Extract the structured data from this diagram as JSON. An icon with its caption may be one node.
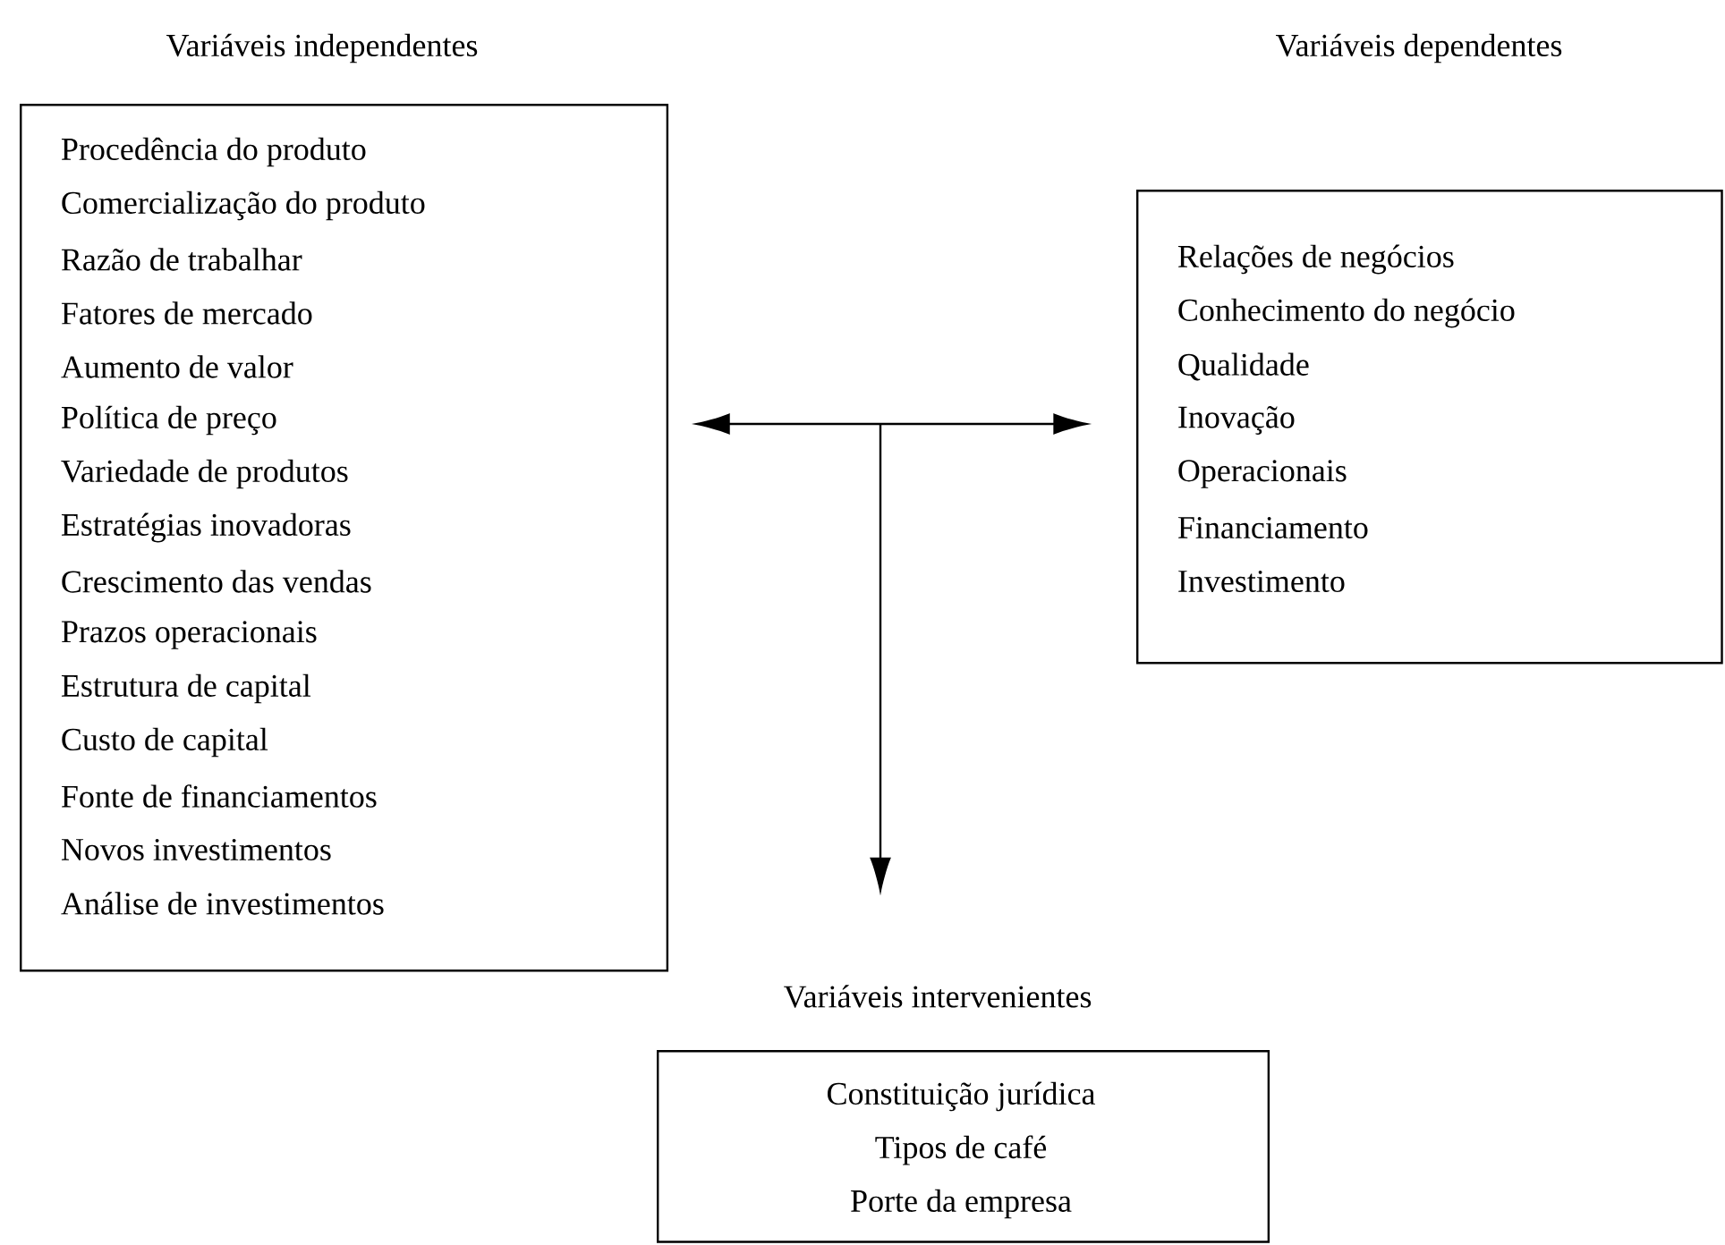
{
  "diagram": {
    "nodes": [
      {
        "text": [
          "Variáveis independentes",
          "Procedência do produto",
          "Comercialização do produto",
          "Razão de trabalhar",
          "Fatores de mercado",
          "Aumento de valor",
          "Política de preço",
          "Variedade de produtos",
          "Estratégias inovadoras",
          "Crescimento das vendas",
          "Prazos operacionais",
          "Estrutura de capital",
          "Custo de capital",
          "Fonte de financiamentos",
          "Novos investimentos",
          "Análise de investimentos"
        ]
      },
      {
        "text": [
          "Variáveis dependentes",
          "Relações de negócios",
          "Conhecimento do negócio",
          "Qualidade",
          "Inovação",
          "Operacionais",
          "Financiamento",
          "Investimento"
        ]
      },
      {
        "text": [
          "Variáveis intervenientes",
          "Constituição jurídica",
          "Tipos de café",
          "Porte da empresa"
        ]
      }
    ],
    "edges": [
      {
        "from": 0,
        "to": 1,
        "arrow": "both"
      },
      {
        "from": null,
        "to": 2,
        "arrow": "to"
      }
    ]
  }
}
